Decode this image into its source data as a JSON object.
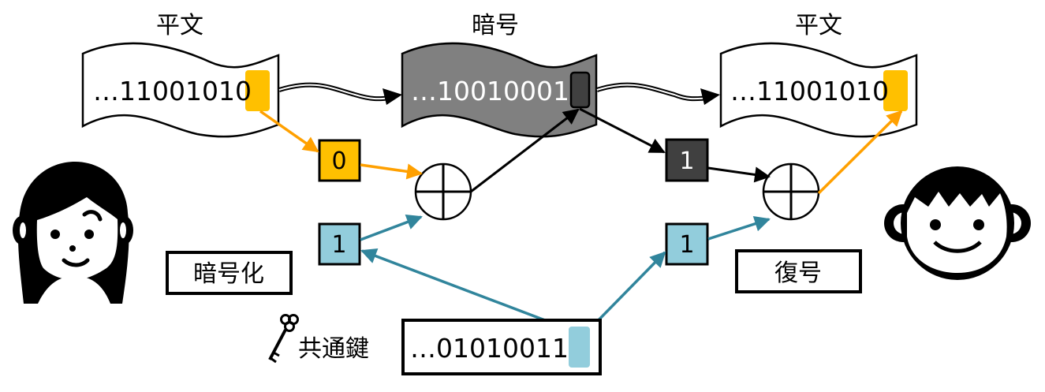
{
  "labels": {
    "plaintext_left": "平文",
    "ciphertext": "暗号",
    "plaintext_right": "平文",
    "encrypt": "暗号化",
    "decrypt": "復号",
    "shared_key": "共通鍵"
  },
  "sequences": {
    "plaintext_left": {
      "prefix": "…1100101",
      "last_bit": "0"
    },
    "ciphertext": {
      "prefix": "…1001000",
      "last_bit": "1"
    },
    "plaintext_right": {
      "prefix": "…1100101",
      "last_bit": "0"
    },
    "shared_key": {
      "prefix": "…0101001",
      "last_bit": "1"
    }
  },
  "bit_boxes": {
    "plain_bit": "0",
    "key_bit_encrypt": "1",
    "cipher_bit": "1",
    "key_bit_decrypt": "1"
  },
  "icons": {
    "sender": "woman-face-icon",
    "receiver": "boy-face-icon",
    "key": "key-icon",
    "xor": "xor-icon"
  },
  "colors": {
    "plain_highlight": "#FFC000",
    "plain_arrow": "#FFA000",
    "key_highlight": "#92CDDC",
    "key_arrow": "#31859C",
    "cipher_fill": "#808080",
    "cipher_bit_fill": "#404040",
    "stroke": "#000000"
  }
}
